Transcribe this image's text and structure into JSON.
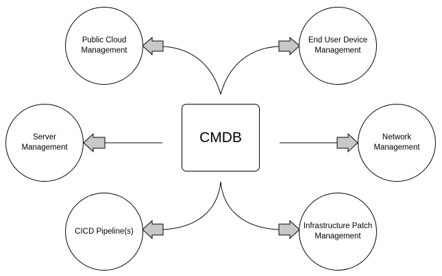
{
  "center": {
    "label": "CMDB"
  },
  "nodes": {
    "public_cloud": {
      "label": "Public Cloud\nManagement"
    },
    "end_user_device": {
      "label": "End User Device\nManagement"
    },
    "server": {
      "label": "Server\nManagement"
    },
    "network": {
      "label": "Network\nManagement"
    },
    "cicd": {
      "label": "CICD Pipeline(s)"
    },
    "infra_patch": {
      "label": "Infrastructure Patch\nManagement"
    }
  },
  "colors": {
    "line": "#000000",
    "arrow_fill": "#c8c8c8",
    "border": "#000000"
  }
}
